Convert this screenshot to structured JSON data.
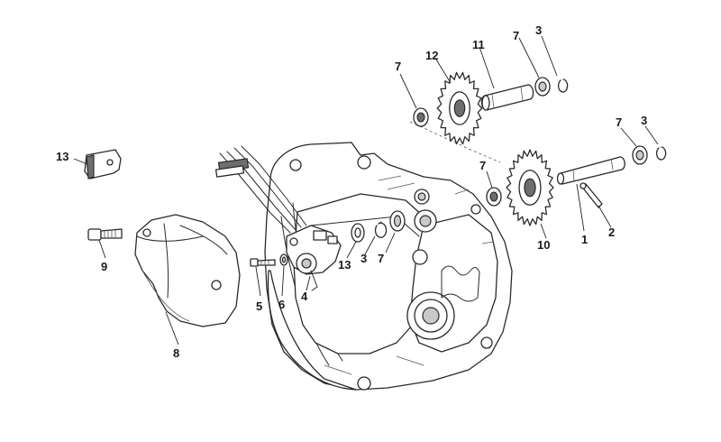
{
  "callouts": [
    {
      "id": "c1",
      "text": "1"
    },
    {
      "id": "c2",
      "text": "2"
    },
    {
      "id": "c3a",
      "text": "3"
    },
    {
      "id": "c3b",
      "text": "3"
    },
    {
      "id": "c3c",
      "text": "3"
    },
    {
      "id": "c4",
      "text": "4"
    },
    {
      "id": "c5",
      "text": "5"
    },
    {
      "id": "c6",
      "text": "6"
    },
    {
      "id": "c7a",
      "text": "7"
    },
    {
      "id": "c7b",
      "text": "7"
    },
    {
      "id": "c7c",
      "text": "7"
    },
    {
      "id": "c7d",
      "text": "7"
    },
    {
      "id": "c7e",
      "text": "7"
    },
    {
      "id": "c8",
      "text": "8"
    },
    {
      "id": "c9",
      "text": "9"
    },
    {
      "id": "c10",
      "text": "10"
    },
    {
      "id": "c11",
      "text": "11"
    },
    {
      "id": "c12",
      "text": "12"
    },
    {
      "id": "c13a",
      "text": "13"
    },
    {
      "id": "c13b",
      "text": "13"
    }
  ]
}
